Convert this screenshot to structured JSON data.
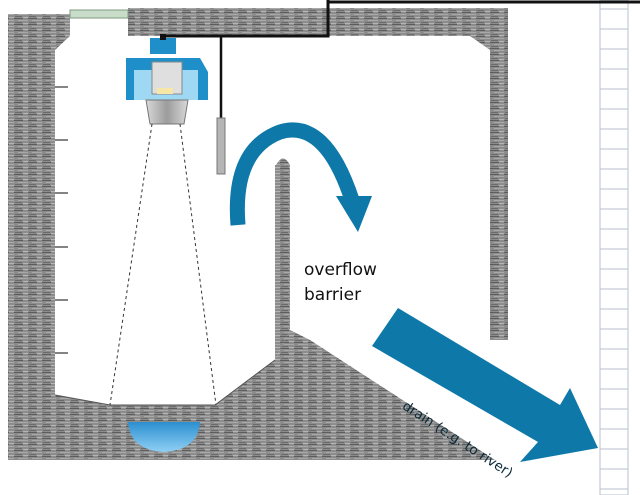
{
  "labels": {
    "overflow_line1": "overflow",
    "overflow_line2": "barrier",
    "drain": "drain (e.g. to river)"
  },
  "colors": {
    "concrete": "#8a8a8a",
    "concrete_dark": "#5a5a5a",
    "water": "#3a9fd8",
    "sensor": "#1f8fc9",
    "arrow": "#0e78a8",
    "cable": "#111111",
    "gauge_line": "#b8c2cc"
  },
  "icons": {
    "sensor": "radar-level-sensor-icon",
    "flow_arrow": "curved-arrow-icon",
    "drain_arrow": "straight-arrow-icon"
  }
}
